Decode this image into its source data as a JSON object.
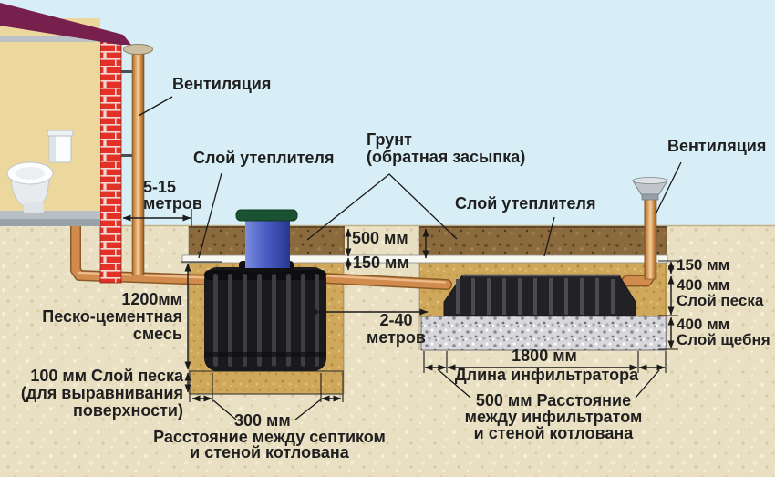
{
  "labels": {
    "vent_left": "Вентиляция",
    "vent_right": "Вентиляция",
    "insulation_left": "Слой утеплителя",
    "insulation_right": "Слой утеплителя",
    "backfill": "Грунт\n(обратная засыпка)",
    "house_distance": "5-15\nметров",
    "dim_500": "500 мм",
    "dim_150_left": "150 мм",
    "dim_150_right": "150 мм",
    "sand_layer_right": "400 мм\nСлой песка",
    "gravel_layer_right": "400 мм\nСлой щебня",
    "depth_mix": "1200мм\nПеско-цементная\nсмесь",
    "sand_bottom": "100 мм Слой песка\n(для выравнивания\nповерхности)",
    "septic_infiltrator_distance": "2-40\nметров",
    "dim_300": "300 мм",
    "septic_wall_gap": "Расстояние между септиком\nи стеной котлована",
    "dim_1800": "1800 мм",
    "infiltrator_length": "Длина инфильтратора",
    "infiltrator_wall_gap": "500 мм Расстояние\nмежду инфильтратом\nи стеной котлована"
  },
  "colors": {
    "sky": "#d8eef6",
    "ground": "#e9dfc2",
    "backfill_soil": "#8b6a3e",
    "sand_fill": "#d0a85c",
    "gravel": "#d7d7db",
    "insulation": "#f8f8f3",
    "brick": "#e43127",
    "roof": "#77204e",
    "house_wall": "#ecd79d",
    "pipe": "#d18c4d",
    "septic_tank": "#1a1a1d",
    "septic_neck": "#4a5ec5",
    "septic_lid": "#17492e",
    "infiltrator": "#222226",
    "text": "#1f1f1f"
  }
}
